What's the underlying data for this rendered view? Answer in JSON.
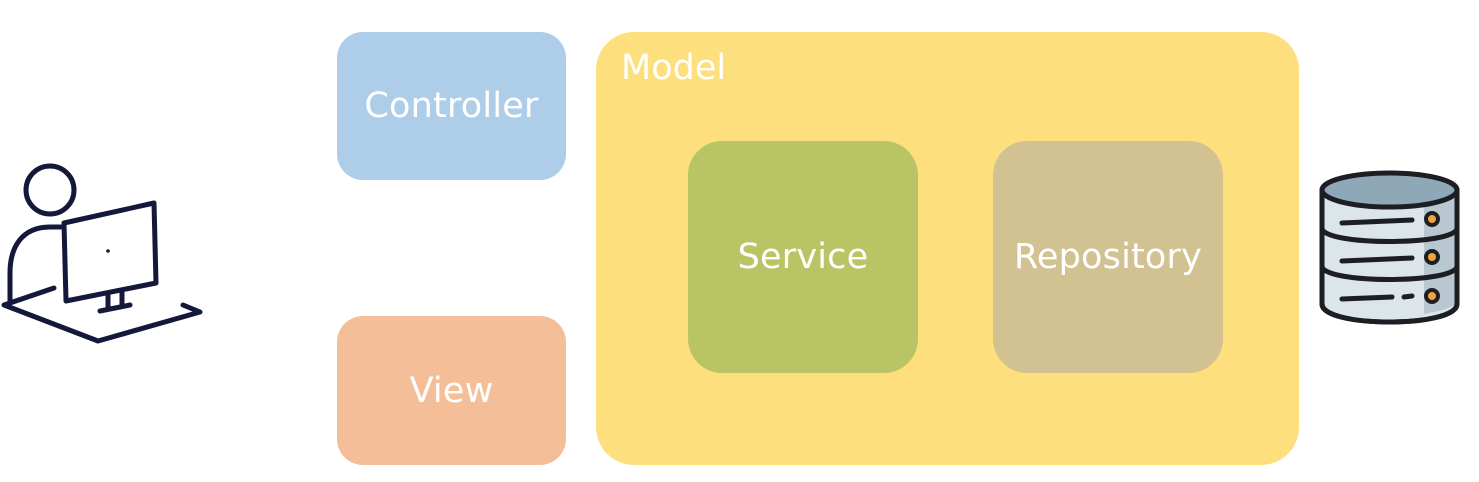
{
  "diagram": {
    "controller": {
      "label": "Controller",
      "color": "#AECDE8"
    },
    "view": {
      "label": "View",
      "color": "#F4BF98"
    },
    "model": {
      "label": "Model",
      "color": "#FDDF7E",
      "service": {
        "label": "Service",
        "color": "#B9C565"
      },
      "repository": {
        "label": "Repository",
        "color": "#D3C291"
      }
    },
    "icons": {
      "user": "user-at-computer-icon",
      "database": "database-server-icon"
    }
  }
}
